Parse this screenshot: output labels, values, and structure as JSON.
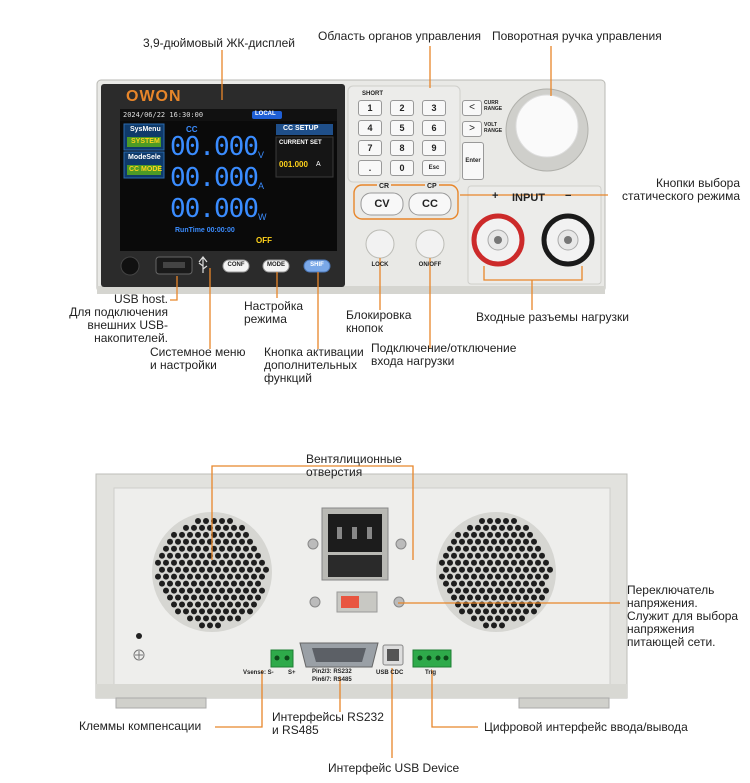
{
  "callouts": {
    "lcd": "3,9-дюймовый ЖК-дисплей",
    "control_area": "Область органов управления",
    "rotary_knob": "Поворотная ручка управления",
    "static_mode_buttons": "Кнопки выбора\nстатического режима",
    "usb_host": "USB host.\nДля подключения\nвнешних USB-накопителей.",
    "mode_setting": "Настройка\nрежима",
    "key_lock": "Блокировка\nкнопок",
    "input_terminals": "Входные разъемы нагрузки",
    "system_menu": "Системное меню\nи настройки",
    "shift_button": "Кнопка активации\nдополнительных\nфункций",
    "load_onoff": "Подключение/отключение\nвхода нагрузки",
    "vents": "Вентялиционные\nотверстия",
    "voltage_switch": "Переключатель\nнапряжения.\nСлужит для выбора\nнапряжения\nпитающей сети.",
    "sense_terminals": "Клеммы компенсации",
    "rs232_rs485": "Интерфейсы RS232\nи RS485",
    "digital_io": "Цифровой интерфейс ввода/вывода",
    "usb_device": "Интерфейс USB Device"
  },
  "front": {
    "brand": "OWON",
    "screen": {
      "datetime": "2024/06/22 16:30:00",
      "local_badge": "LOCAL",
      "mode_indicator": "CC",
      "sys_menu_title": "SysMenu",
      "sys_menu_btn": "SYSTEM",
      "mode_sel_title": "ModeSele",
      "mode_sel_btn": "CC MODE",
      "voltage": "00.000",
      "voltage_unit": "V",
      "current": "00.000",
      "current_unit": "A",
      "power": "00.000",
      "power_unit": "W",
      "runtime": "RunTime 00:00:00",
      "output_state": "OFF",
      "cc_setup": "CC SETUP",
      "current_set_label": "CURRENT SET",
      "current_set_value": "001.000",
      "current_set_unit": "A"
    },
    "keypad": {
      "short_label": "SHORT",
      "keys": [
        "1",
        "2",
        "3",
        "4",
        "5",
        "6",
        "7",
        "8",
        "9",
        ".",
        "0",
        "Esc"
      ],
      "left_arrow": "<",
      "right_arrow": ">",
      "curr_range": "CURR\nRANGE",
      "volt_range": "VOLT\nRANGE",
      "enter": "Enter"
    },
    "mode_buttons": {
      "cr_label": "CR",
      "cp_label": "CP",
      "cv": "CV",
      "cc": "CC"
    },
    "bottom_buttons": {
      "conf": "CONF",
      "mode": "MODE",
      "shif": "SHIF",
      "lock": "LOCK",
      "onoff": "ON/OFF"
    },
    "input_label": "INPUT",
    "plus": "+",
    "minus": "−"
  },
  "rear": {
    "vsense": "Vsense: S-",
    "splus": "S+",
    "rs232_label_1": "Pin2/3: RS232",
    "rs232_label_2": "Pin6/7: RS485",
    "usb_cdc": "USB CDC",
    "trig": "Trig"
  },
  "colors": {
    "accent_leader": "#e8862a",
    "screen_digits": "#3a8cff",
    "screen_yellow": "#ffd21a",
    "panel": "#e9e9e6",
    "terminal_green": "#2eaa4a"
  }
}
